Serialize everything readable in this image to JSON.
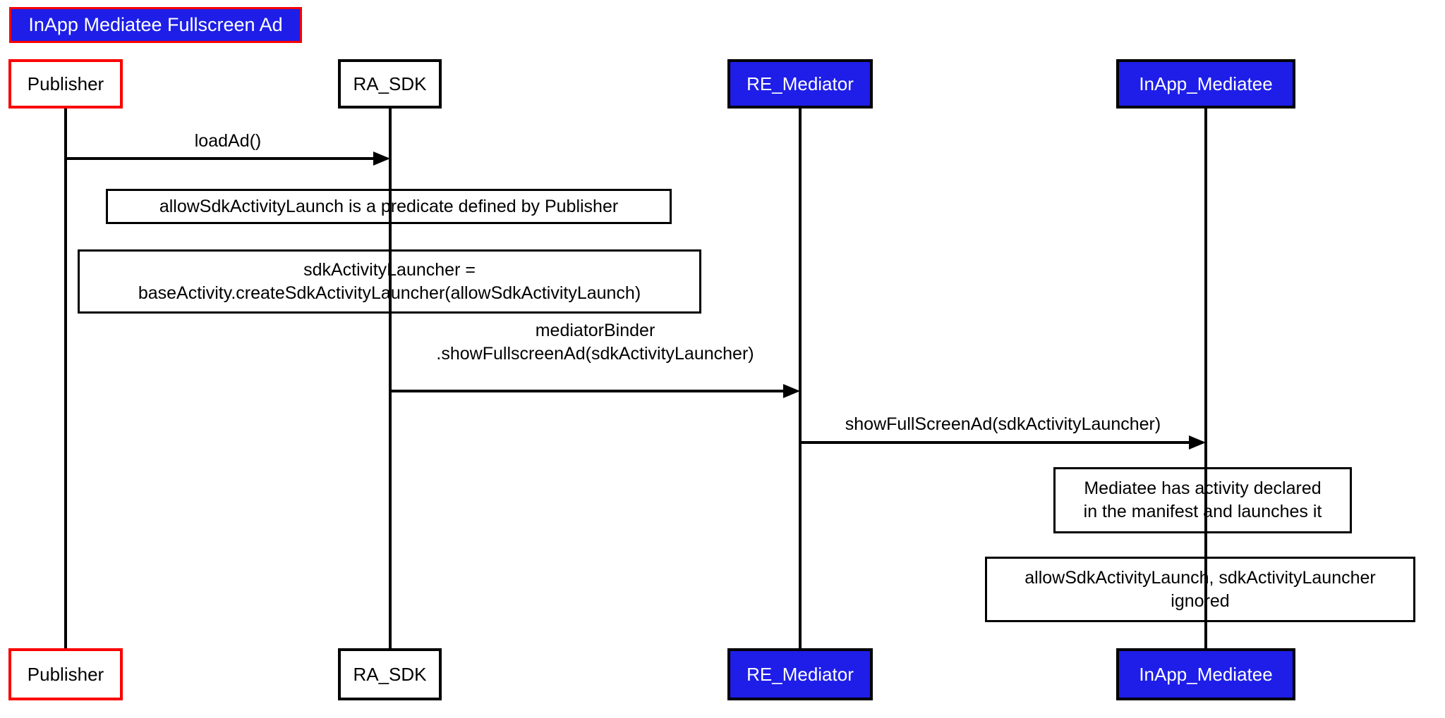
{
  "title": "InApp Mediatee Fullscreen Ad",
  "colors": {
    "participant_blue": "#1e1ee8",
    "accent_red": "#fa0000",
    "line_black": "#000000",
    "background": "#ffffff"
  },
  "participants": [
    {
      "id": "publisher",
      "label": "Publisher",
      "style": "red-outline"
    },
    {
      "id": "ra_sdk",
      "label": "RA_SDK",
      "style": "black-outline"
    },
    {
      "id": "re_mediator",
      "label": "RE_Mediator",
      "style": "blue-fill"
    },
    {
      "id": "inapp_mediatee",
      "label": "InApp_Mediatee",
      "style": "blue-fill"
    }
  ],
  "messages": [
    {
      "from": "Publisher",
      "to": "RA_SDK",
      "lines": [
        "loadAd()"
      ]
    },
    {
      "from": "RA_SDK",
      "to": "RE_Mediator",
      "lines": [
        "mediatorBinder",
        ".showFullscreenAd(sdkActivityLauncher)"
      ]
    },
    {
      "from": "RE_Mediator",
      "to": "InApp_Mediatee",
      "lines": [
        "showFullScreenAd(sdkActivityLauncher)"
      ]
    }
  ],
  "notes": [
    {
      "over": "RA_SDK",
      "lines": [
        "allowSdkActivityLaunch is a predicate defined by Publisher"
      ]
    },
    {
      "over": "RA_SDK",
      "lines": [
        "sdkActivityLauncher =",
        "baseActivity.createSdkActivityLauncher(allowSdkActivityLaunch)"
      ]
    },
    {
      "over": "InApp_Mediatee",
      "lines": [
        "Mediatee has activity declared",
        "in the manifest and launches it"
      ]
    },
    {
      "over": "InApp_Mediatee",
      "lines": [
        "allowSdkActivityLaunch, sdkActivityLauncher",
        "ignored"
      ]
    }
  ]
}
